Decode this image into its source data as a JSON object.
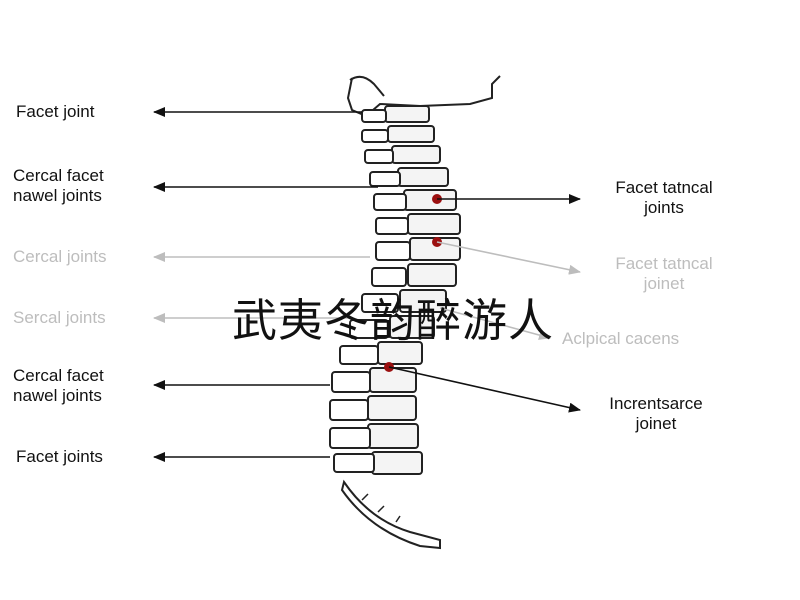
{
  "labels": {
    "left": [
      {
        "text": "Facet joint",
        "faded": false
      },
      {
        "text": "Cercal facet\nnawel joints",
        "faded": false
      },
      {
        "text": "Cercal joints",
        "faded": true
      },
      {
        "text": "Sercal joints",
        "faded": true
      },
      {
        "text": "Cercal facet\nnawel joints",
        "faded": false
      },
      {
        "text": "Facet joints",
        "faded": false
      }
    ],
    "right": [
      {
        "text": "Facet tatncal\njoints",
        "faded": false
      },
      {
        "text": "Facet tatncal\njoinet",
        "faded": true
      },
      {
        "text": "Aclpical cacens",
        "faded": true
      },
      {
        "text": "Increntsarce\njoinet",
        "faded": false
      }
    ]
  },
  "watermark": "武夷冬韵醉游人",
  "colors": {
    "ink": "#111111",
    "faded": "#bdbdbd",
    "marker": "#9b1010"
  }
}
